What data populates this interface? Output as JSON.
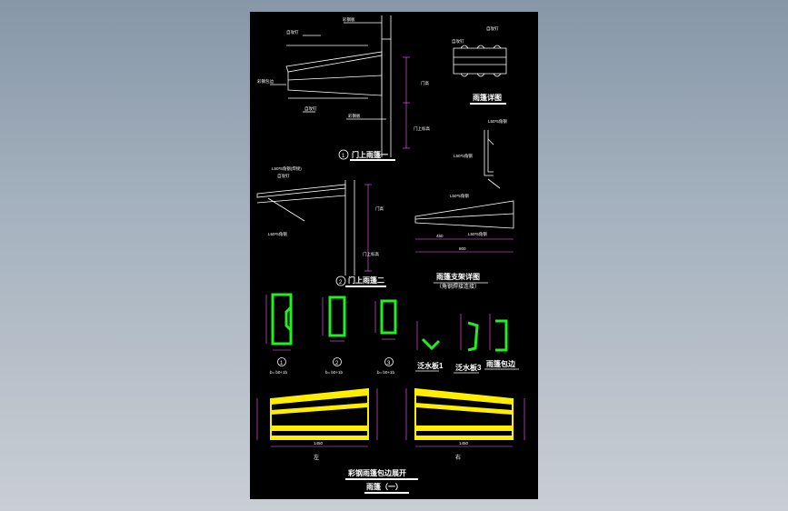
{
  "sheet": {
    "title": "雨篷（一）",
    "caption_main": "彩钢雨篷包边展开",
    "colors": {
      "background": "#000000",
      "line": "#ffffff",
      "dimension": "#ff66ff",
      "flashing": "#22ee22",
      "cladding": "#ffee00",
      "window": "#9aa8b6"
    }
  },
  "detail1": {
    "mark": "1",
    "title": "门上雨篷一",
    "labels": {
      "a": "彩钢板",
      "b": "自攻钉",
      "c": "彩钢包边",
      "d": "自攻钉",
      "e": "彩钢板",
      "f": "门上标高",
      "g": "门高"
    }
  },
  "detail2": {
    "mark": "2",
    "title": "门上雨篷二",
    "labels": {
      "a": "L50*5角钢(焊接)",
      "b": "自攻钉",
      "c": "L50*5角钢",
      "d": "门上标高",
      "e": "门高"
    }
  },
  "canopy_plan": {
    "title": "雨篷详图",
    "labels": {
      "a": "自攻钉",
      "b": "自攻钉"
    }
  },
  "bracket": {
    "labels": {
      "a": "L50*5角钢",
      "b": "L50*5角钢"
    }
  },
  "support": {
    "title": "雨篷支架详图",
    "subtitle": "（角钢焊接连接）",
    "labels": {
      "a": "L50*5角钢",
      "b": "L50*5角钢"
    },
    "dims": {
      "a": "450",
      "b": "800"
    }
  },
  "sections": [
    {
      "mark": "1",
      "note": "b= b0+1b"
    },
    {
      "mark": "2",
      "note": "b= b0+1b"
    },
    {
      "mark": "3",
      "note": "b= b0+1b"
    }
  ],
  "flashings": [
    {
      "title": "泛水板1"
    },
    {
      "title": "泛水板3"
    },
    {
      "title": "雨篷包边"
    }
  ],
  "unfold": {
    "left_label": "左",
    "right_label": "右",
    "width_dim": "1450"
  }
}
